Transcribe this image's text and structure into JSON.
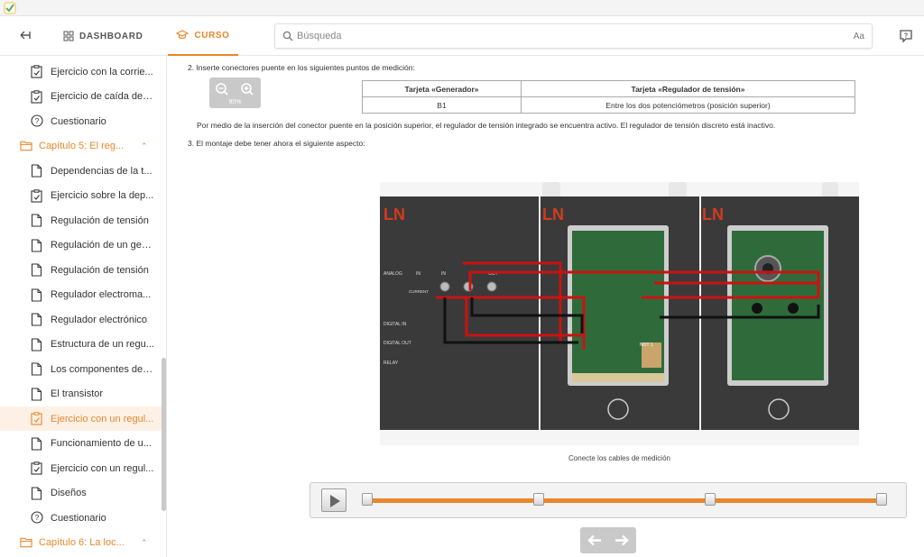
{
  "header": {
    "dashboard_label": "DASHBOARD",
    "curso_label": "CURSO",
    "search_placeholder": "Búsqueda",
    "font_size_label": "Aa"
  },
  "sidebar": {
    "items": [
      {
        "label": "Ejercicio con la corrie...",
        "icon": "exercise-icon"
      },
      {
        "label": "Ejercicio de caída de t...",
        "icon": "exercise-icon"
      },
      {
        "label": "Cuestionario",
        "icon": "question-icon"
      },
      {
        "label": "Capítulo 5: El reg...",
        "icon": "folder-icon",
        "chapter": true
      },
      {
        "label": "Dependencias de la t...",
        "icon": "document-icon"
      },
      {
        "label": "Ejercicio sobre la dep...",
        "icon": "exercise-icon"
      },
      {
        "label": "Regulación de tensión",
        "icon": "document-icon"
      },
      {
        "label": "Regulación de un gen...",
        "icon": "document-icon"
      },
      {
        "label": "Regulación de tensión",
        "icon": "document-icon"
      },
      {
        "label": "Regulador electroma...",
        "icon": "document-icon"
      },
      {
        "label": "Regulador electrónico",
        "icon": "document-icon"
      },
      {
        "label": "Estructura de un regu...",
        "icon": "document-icon"
      },
      {
        "label": "Los componentes de l...",
        "icon": "document-icon"
      },
      {
        "label": "El transistor",
        "icon": "document-icon"
      },
      {
        "label": "Ejercicio con un regul...",
        "icon": "exercise-icon",
        "active": true
      },
      {
        "label": "Funcionamiento de u...",
        "icon": "document-icon"
      },
      {
        "label": "Ejercicio con un regul...",
        "icon": "exercise-icon"
      },
      {
        "label": "Diseños",
        "icon": "document-icon"
      },
      {
        "label": "Cuestionario",
        "icon": "question-icon"
      },
      {
        "label": "Capítulo 6: La loc...",
        "icon": "folder-icon",
        "chapter": true
      }
    ]
  },
  "content": {
    "step2": "2. Inserte conectores puente en los siguientes puntos de medición:",
    "zoom_percent": "90%",
    "table": {
      "headers": [
        "Tarjeta «Generador»",
        "Tarjeta «Regulador de tensión»"
      ],
      "rows": [
        [
          "B1",
          "Entre los dos potenciómetros (posición superior)"
        ]
      ]
    },
    "note": "Por medio de la inserción del conector puente en la posición superior, el regulador de tensión integrado se encuentra activo. El regulador de tensión discreto está inactivo.",
    "step3": "3. El montaje debe tener ahora el siguiente aspecto:",
    "caption": "Conecte los cables de medición",
    "figure_labels": {
      "analog": "ANALOG",
      "in": "IN",
      "in2": "IN",
      "out": "OUT",
      "current": "CURRENT",
      "digital_in": "DIGITAL IN",
      "digital_out": "DIGITAL OUT",
      "relay": "RELAY",
      "logo": "LN",
      "not": "NOT 1"
    }
  },
  "player": {
    "progress": 1.0,
    "markers": [
      0.0,
      0.333,
      0.667,
      1.0
    ]
  },
  "colors": {
    "accent": "#e8872b",
    "wire_red": "#cc1111",
    "wire_black": "#111111",
    "panel_dark": "#3a3a3a",
    "pcb_green": "#2f6b3a"
  }
}
